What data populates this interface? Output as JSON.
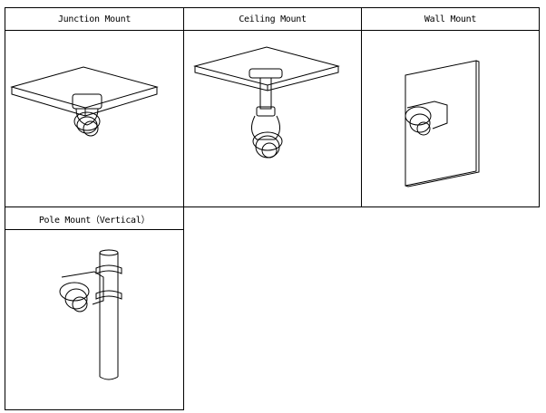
{
  "mounts": [
    {
      "label": "Junction Mount",
      "icon": "junction-mount-diagram"
    },
    {
      "label": "Ceiling Mount",
      "icon": "ceiling-mount-diagram"
    },
    {
      "label": "Wall Mount",
      "icon": "wall-mount-diagram"
    },
    {
      "label": "Pole Mount（Vertical）",
      "icon": "pole-mount-diagram"
    }
  ]
}
